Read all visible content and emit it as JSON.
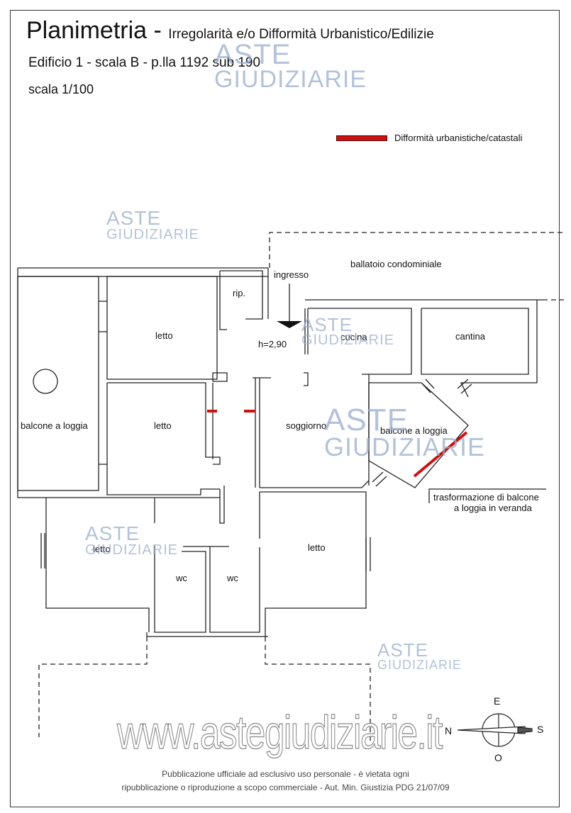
{
  "header": {
    "title": "Planimetria -",
    "subtitle": "Irregolarità e/o Difformità Urbanistico/Edilizie",
    "building": "Edificio 1 - scala B - p.lla 1192 sub 190",
    "scale": "scala 1/100"
  },
  "legend": {
    "label": "Difformità urbanistiche/catastali",
    "color": "#cc1111"
  },
  "rooms": {
    "ballatoio": "ballatoio condominiale",
    "ingresso": "ingresso",
    "rip": "rip.",
    "letto_top": "letto",
    "letto_mid": "letto",
    "letto_bl": "letto",
    "letto_br": "letto",
    "balcone_loggia_left": "balcone a loggia",
    "balcone_loggia_right": "balcone a loggia",
    "cucina": "cucina",
    "cantina": "cantina",
    "soggiorno": "soggiorno",
    "wc1": "wc",
    "wc2": "wc",
    "height": "h=2,90"
  },
  "annotation": {
    "line1": "trasformazione di balcone",
    "line2": "a loggia in veranda"
  },
  "compass": {
    "north_like_E": "E",
    "west_N": "N",
    "east_S": "S",
    "south_O": "O"
  },
  "watermarks": {
    "aste": "ASTE",
    "giudiziarie": "GIUDIZIARIE",
    "site": "www.astegiudiziarie.it"
  },
  "footer": {
    "line1": "Pubblicazione ufficiale ad esclusivo uso personale - è vietata ogni",
    "line2": "ripubblicazione o riproduzione a scopo commerciale - Aut. Min. Giustizia PDG 21/07/09"
  }
}
